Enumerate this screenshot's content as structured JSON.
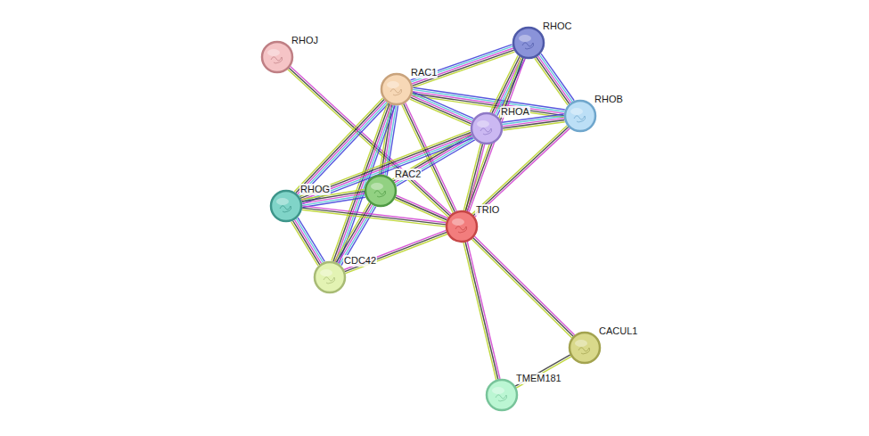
{
  "diagram": {
    "nodes": [
      {
        "text": [
          "RHOC"
        ]
      },
      {
        "text": [
          "RHOJ"
        ]
      },
      {
        "text": [
          "RAC1"
        ]
      },
      {
        "text": [
          "RHOB"
        ]
      },
      {
        "text": [
          "RHOA"
        ]
      },
      {
        "text": [
          "RAC2"
        ]
      },
      {
        "text": [
          "RHOG"
        ]
      },
      {
        "text": [
          "TRIO"
        ]
      },
      {
        "text": [
          "CDC42"
        ]
      },
      {
        "text": [
          "CACUL1"
        ]
      },
      {
        "text": [
          "TMEM181"
        ]
      }
    ],
    "edges": [
      {
        "from": 1,
        "to": 7,
        "arrow": "none"
      },
      {
        "from": 2,
        "to": 0,
        "arrow": "none"
      },
      {
        "from": 2,
        "to": 3,
        "arrow": "none"
      },
      {
        "from": 2,
        "to": 4,
        "arrow": "none"
      },
      {
        "from": 2,
        "to": 5,
        "arrow": "none"
      },
      {
        "from": 2,
        "to": 6,
        "arrow": "none"
      },
      {
        "from": 2,
        "to": 8,
        "arrow": "none"
      },
      {
        "from": 2,
        "to": 7,
        "arrow": "none"
      },
      {
        "from": 0,
        "to": 4,
        "arrow": "none"
      },
      {
        "from": 0,
        "to": 3,
        "arrow": "none"
      },
      {
        "from": 0,
        "to": 7,
        "arrow": "none"
      },
      {
        "from": 4,
        "to": 3,
        "arrow": "none"
      },
      {
        "from": 4,
        "to": 5,
        "arrow": "none"
      },
      {
        "from": 4,
        "to": 6,
        "arrow": "none"
      },
      {
        "from": 4,
        "to": 7,
        "arrow": "none"
      },
      {
        "from": 3,
        "to": 7,
        "arrow": "none"
      },
      {
        "from": 5,
        "to": 6,
        "arrow": "none"
      },
      {
        "from": 5,
        "to": 8,
        "arrow": "none"
      },
      {
        "from": 5,
        "to": 7,
        "arrow": "none"
      },
      {
        "from": 6,
        "to": 8,
        "arrow": "none"
      },
      {
        "from": 6,
        "to": 7,
        "arrow": "none"
      },
      {
        "from": 8,
        "to": 7,
        "arrow": "none"
      },
      {
        "from": 7,
        "to": 9,
        "arrow": "none"
      },
      {
        "from": 7,
        "to": 10,
        "arrow": "none"
      },
      {
        "from": 9,
        "to": 10,
        "arrow": "none"
      }
    ]
  }
}
